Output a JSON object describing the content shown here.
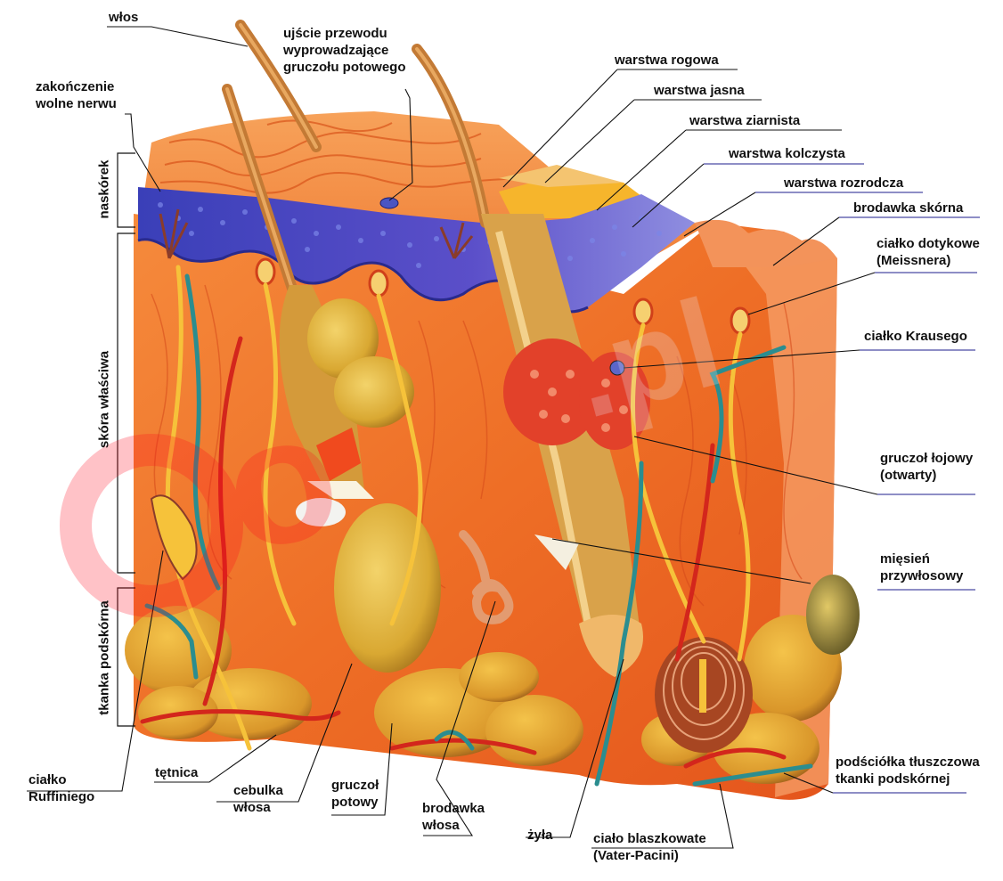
{
  "labels": {
    "wlos": "włos",
    "ujscie": [
      "ujście przewodu",
      "wyprowadzające",
      "gruczołu potowego"
    ],
    "zakonczenie": [
      "zakończenie",
      "wolne nerwu"
    ],
    "warstwa_rogowa": "warstwa rogowa",
    "warstwa_jasna": "warstwa jasna",
    "warstwa_ziarnista": "warstwa ziarnista",
    "warstwa_kolczysta": "warstwa kolczysta",
    "warstwa_rozrodcza": "warstwa rozrodcza",
    "brodawka_skorna": "brodawka skórna",
    "cialko_dotykowe": [
      "ciałko dotykowe",
      "(Meissnera)"
    ],
    "cialko_krausego": "ciałko Krausego",
    "gruczol_lojowy": [
      "gruczoł łojowy",
      "(otwarty)"
    ],
    "miesien": [
      "mięsień",
      "przywłosowy"
    ],
    "podsciolka": [
      "podściółka tłuszczowa",
      "tkanki podskórnej"
    ],
    "cialko_ruffiniego": [
      "ciałko",
      "Ruffiniego"
    ],
    "tetnica": "tętnica",
    "cebulka": [
      "cebulka",
      "włosa"
    ],
    "gruczol_potowy": [
      "gruczoł",
      "potowy"
    ],
    "brodawka_wlosa": [
      "brodawka",
      "włosa"
    ],
    "zyla": "żyła",
    "cialo_blaszkowate": [
      "ciało blaszkowate",
      "(Vater-Pacini)"
    ]
  },
  "side_labels": {
    "naskorek": "naskórek",
    "skora_wlasciwa": "skóra właściwa",
    "tkanka_podskorna": "tkanka podskórna"
  },
  "colors": {
    "dermis": "#f07a2e",
    "epidermis_blue": "#4a4fc2",
    "fat": "#e0a52a",
    "hair": "#c9803a",
    "artery": "#d8231a",
    "vein": "#2a8a8c",
    "nerve": "#f6c23a",
    "label_line": "#111111",
    "accent_line": "#1c1c8c"
  }
}
